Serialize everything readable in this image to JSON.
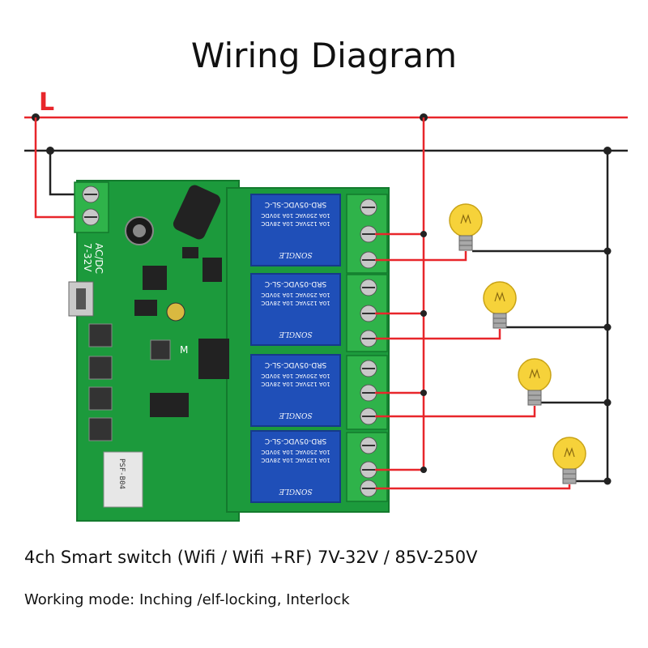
{
  "title": "Wiring Diagram",
  "line_label": "L",
  "board": {
    "power_label": "AC/DC",
    "voltage_label": "7-32V",
    "rf_label": "M",
    "module_label": "PSF-B04"
  },
  "relays": [
    {
      "model": "SRD-05VDC-SL-C",
      "rating1": "10A 250VAC  10A 30VDC",
      "rating2": "10A 125VAC  10A 28VDC",
      "brand": "SONGLE"
    },
    {
      "model": "SRD-05VDC-SL-C",
      "rating1": "10A 250VAC  10A 30VDC",
      "rating2": "10A 125VAC  10A 28VDC",
      "brand": "SONGLE"
    },
    {
      "model": "SRD-05VDC-SL-C",
      "rating1": "10A 250VAC  10A 30VDC",
      "rating2": "10A 125VAC  10A 28VDC",
      "brand": "SONGLE"
    },
    {
      "model": "SRD-05VDC-SL-C",
      "rating1": "10A 250VAC  10A 30VDC",
      "rating2": "10A 125VAC  10A 28VDC",
      "brand": "SONGLE"
    }
  ],
  "captions": {
    "line1": "4ch Smart switch (Wifi / Wifi +RF) 7V-32V / 85V-250V",
    "line2": "Working mode: Inching /elf-locking, Interlock"
  },
  "colors": {
    "live_wire": "#e8262b",
    "neutral_wire": "#222222",
    "pcb": "#1c9a3c",
    "terminal": "#2fb34a",
    "relay": "#1f4fb8",
    "bulb": "#f6d23a"
  }
}
